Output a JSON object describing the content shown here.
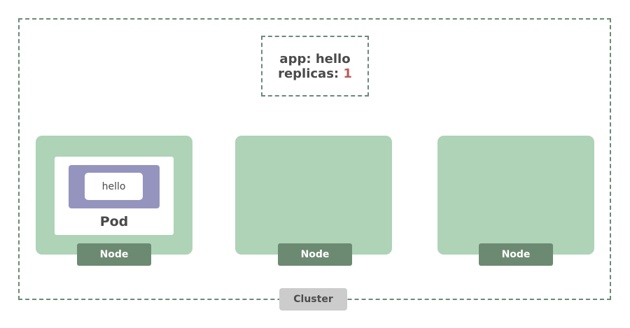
{
  "spec": {
    "app_key": "app:",
    "app_value": "hello",
    "replicas_key": "replicas:",
    "replicas_value": "1"
  },
  "nodes": [
    {
      "label": "Node",
      "pod": {
        "app_label": "hello",
        "label": "Pod"
      }
    },
    {
      "label": "Node"
    },
    {
      "label": "Node"
    }
  ],
  "cluster": {
    "label": "Cluster"
  },
  "colors": {
    "cluster_border": "#6a8a7a",
    "node_fill": "#aed3b7",
    "node_label_fill": "#6c8a71",
    "pod_container_fill": "#9494bf",
    "replicas_value": "#b85c5c",
    "cluster_label_fill": "#cccccc"
  }
}
